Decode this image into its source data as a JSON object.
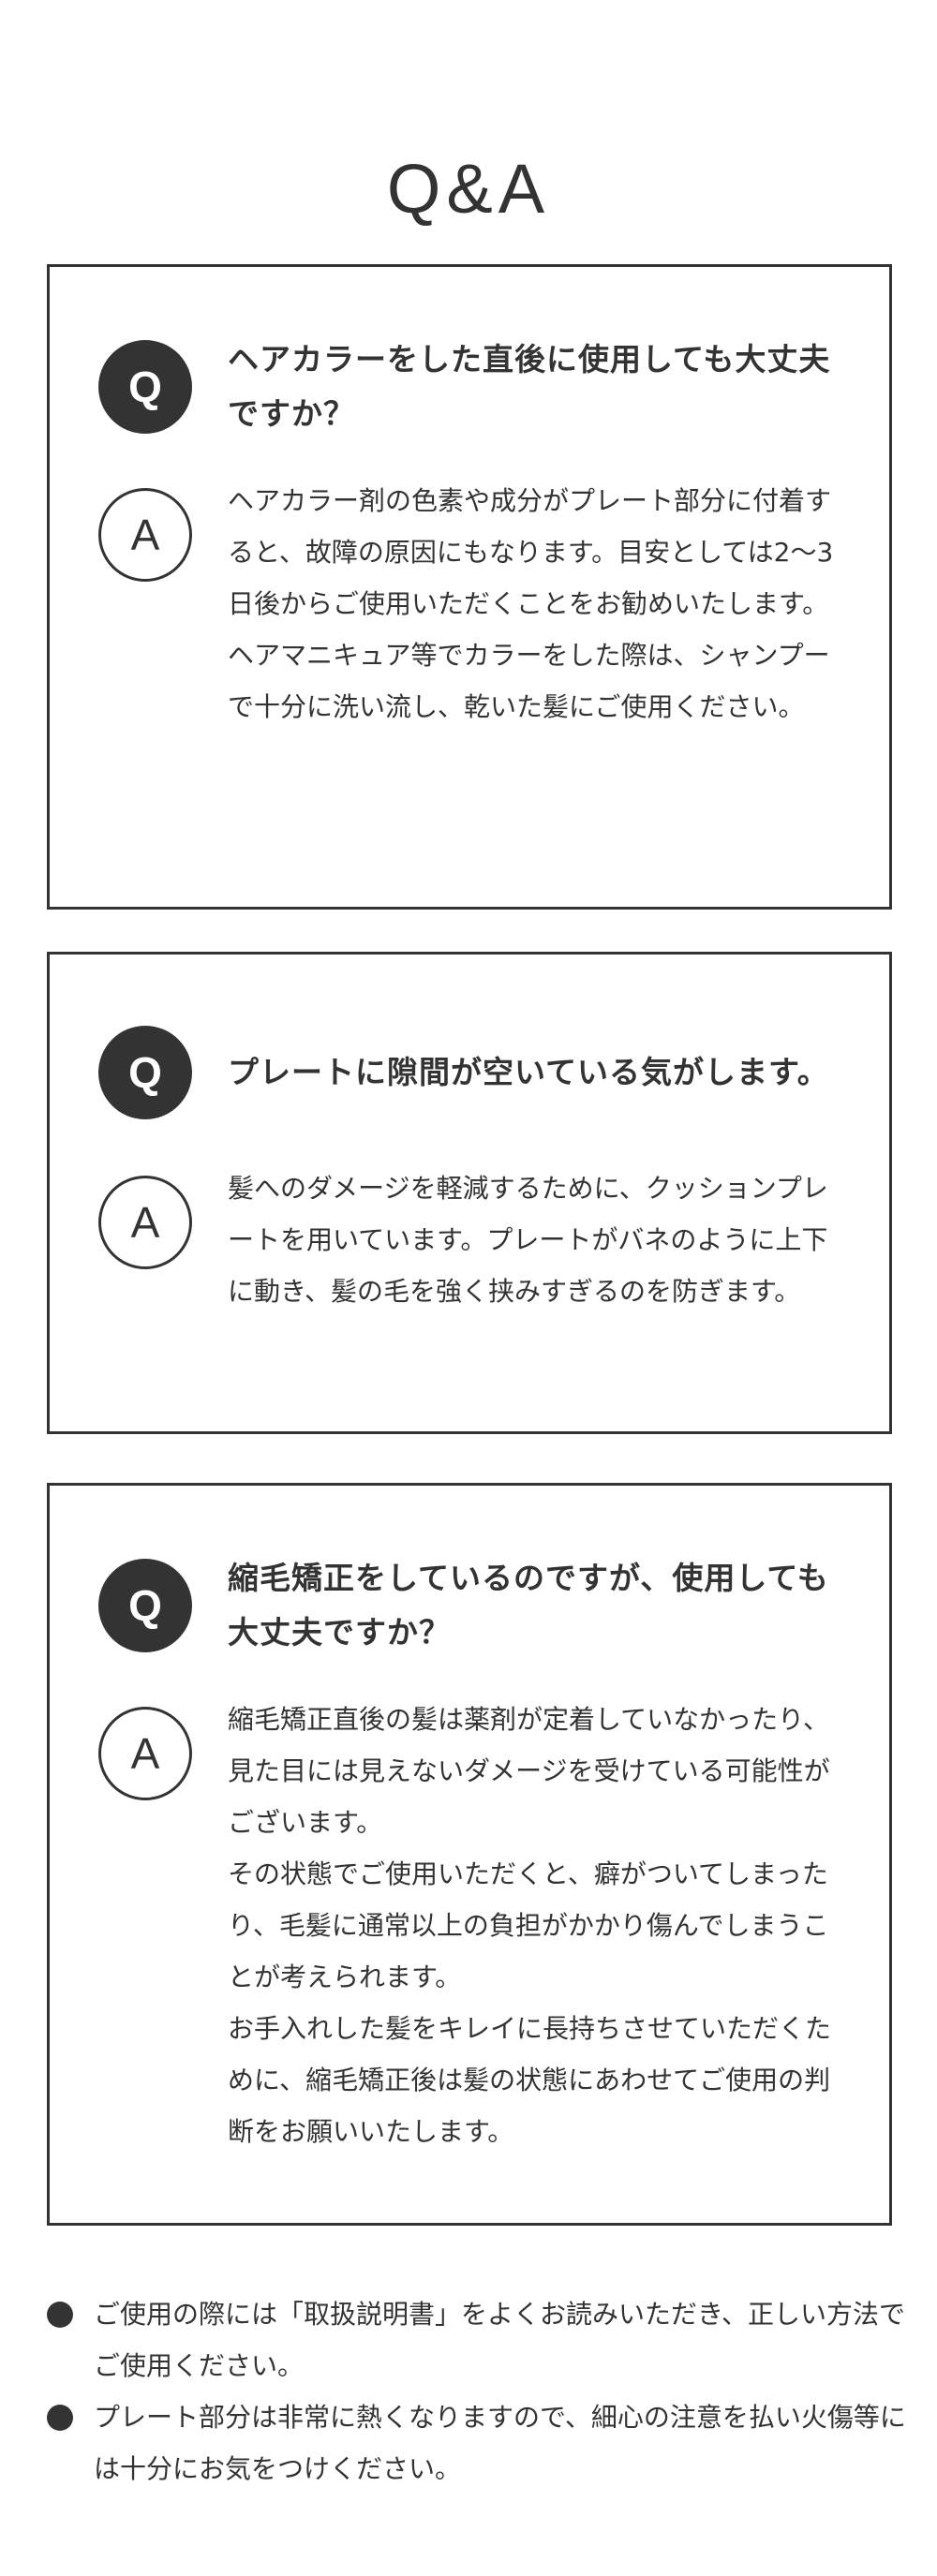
{
  "page": {
    "title": "Q&A"
  },
  "qa_items": [
    {
      "q_label": "Q",
      "a_label": "A",
      "question": "ヘアカラーをした直後に使用しても大丈夫ですか？",
      "answer": [
        "ヘアカラー剤の色素や成分がプレート部分に付着すると、故障の原因にもなります。目安としては2〜3日後からご使用いただくことをお勧めいたします。",
        "ヘアマニキュア等でカラーをした際は、シャンプーで十分に洗い流し、乾いた髪にご使用ください。"
      ]
    },
    {
      "q_label": "Q",
      "a_label": "A",
      "question": "プレートに隙間が空いている気がします。",
      "answer": [
        "髪へのダメージを軽減するために、クッションプレートを用いています。プレートがバネのように上下に動き、髪の毛を強く挟みすぎるのを防ぎます。"
      ]
    },
    {
      "q_label": "Q",
      "a_label": "A",
      "question": "縮毛矯正をしているのですが、使用しても大丈夫ですか？",
      "answer": [
        "縮毛矯正直後の髪は薬剤が定着していなかったり、見た目には見えないダメージを受けている可能性がございます。",
        "その状態でご使用いただくと、癖がついてしまったり、毛髪に通常以上の負担がかかり傷んでしまうことが考えられます。",
        "お手入れした髪をキレイに長持ちさせていただくために、縮毛矯正後は髪の状態にあわせてご使用の判断をお願いいたします。"
      ]
    }
  ],
  "notes": [
    "ご使用の際には「取扱説明書」をよくお読みいただき、正しい方法でご使用ください。",
    "プレート部分は非常に熱くなりますので、細心の注意を払い火傷等には十分にお気をつけください。"
  ],
  "colors": {
    "text": "#333333",
    "border": "#333333",
    "background": "#ffffff"
  }
}
